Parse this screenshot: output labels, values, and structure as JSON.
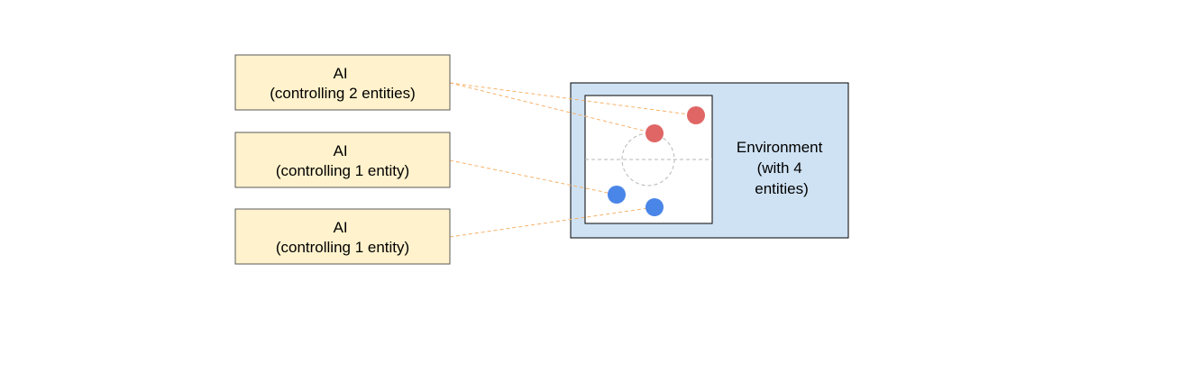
{
  "colors": {
    "ai_box_fill": "#fff2cc",
    "ai_box_stroke": "#595959",
    "environment_fill": "#cfe2f3",
    "environment_stroke": "#000000",
    "field_fill": "#ffffff",
    "connector": "#f6b26b",
    "red_entity": "#e06666",
    "blue_entity": "#4a86e8",
    "field_marking": "#b7b7b7"
  },
  "ai_boxes": [
    {
      "title": "AI",
      "subtitle": "(controlling 2 entities)"
    },
    {
      "title": "AI",
      "subtitle": "(controlling 1 entity)"
    },
    {
      "title": "AI",
      "subtitle": "(controlling 1 entity)"
    }
  ],
  "environment": {
    "lines": [
      "Environment",
      "(with 4",
      "entities)"
    ]
  },
  "entities": [
    {
      "team": "red"
    },
    {
      "team": "red"
    },
    {
      "team": "blue"
    },
    {
      "team": "blue"
    }
  ]
}
